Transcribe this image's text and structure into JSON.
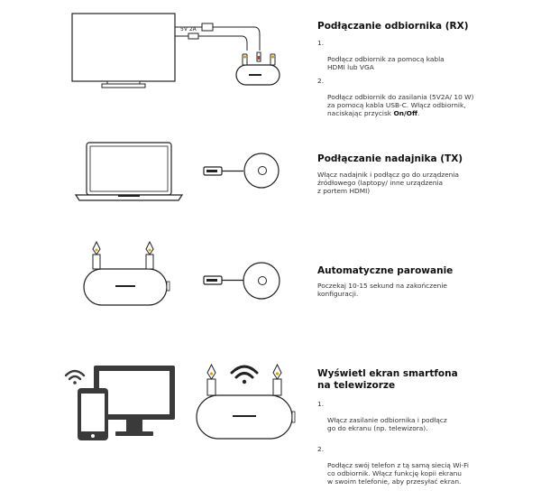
{
  "labels": {
    "power": "5V 2A"
  },
  "sections": [
    {
      "title": "Podłączanie odbiornika (RX)",
      "steps": [
        {
          "num": "1.",
          "text": "Podłącz odbiornik za pomocą kabla\nHDMI lub VGA"
        },
        {
          "num": "2.",
          "text_before": "Podłącz odbiornik do zasilania (5V2A/ 10 W)\nza pomocą kabla USB-C. Włącz odbiornik,\nnaciskając przycisk ",
          "bold": "On/Off",
          "text_after": "."
        }
      ]
    },
    {
      "title": "Podłączanie nadajnika (TX)",
      "text": "Włącz nadajnik i podłącz go do urządzenia\nźródłowego (laptopy/ inne urządzenia\nz portem HDMI)"
    },
    {
      "title": "Automatyczne parowanie",
      "text": "Poczekaj 10-15 sekund na zakończenie\nkonfiguracji."
    },
    {
      "title": "Wyświetl ekran smartfona\nna telewizorze",
      "steps": [
        {
          "num": "1.",
          "text": "Włącz zasilanie odbiornika i podłącz\ngo do ekranu (np. telewizora)."
        },
        {
          "num": "2.",
          "text": "Podłącz swój telefon z tą samą siecią Wi-Fi\nco odbiornik. Włącz funkcję kopii ekranu\nw swoim telefonie, aby przesyłać ekran."
        }
      ]
    }
  ],
  "colors": {
    "line": "#222222",
    "dark": "#3a3a3a",
    "accent": "#d4a017"
  },
  "icons": [
    "tv-icon",
    "receiver-icon",
    "laptop-icon",
    "transmitter-icon",
    "wifi-icon",
    "phone-icon",
    "monitor-icon",
    "antenna-icon"
  ]
}
